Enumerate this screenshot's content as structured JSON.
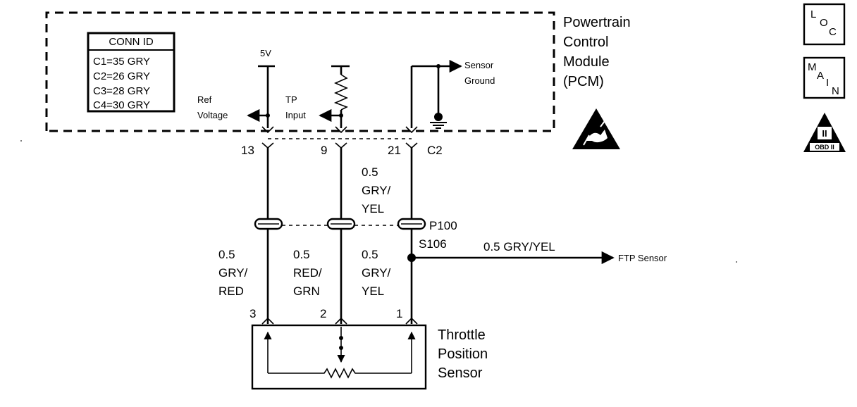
{
  "pcm": {
    "title_lines": [
      "Powertrain",
      "Control",
      "Module",
      "(PCM)"
    ],
    "conn_id": {
      "header": "CONN ID",
      "rows": [
        "C1=35 GRY",
        "C2=26 GRY",
        "C3=28 GRY",
        "C4=30 GRY"
      ]
    },
    "supply_label": "5V",
    "ref_voltage_lines": [
      "Ref",
      "Voltage"
    ],
    "tp_input_lines": [
      "TP",
      "Input"
    ],
    "sensor_ground_lines": [
      "Sensor",
      "Ground"
    ],
    "connector": "C2",
    "pins": [
      "13",
      "9",
      "21"
    ]
  },
  "wires": {
    "upper_right": [
      "0.5",
      "GRY/",
      "YEL"
    ],
    "lower_left": [
      "0.5",
      "GRY/",
      "RED"
    ],
    "lower_mid": [
      "0.5",
      "RED/",
      "GRN"
    ],
    "lower_right": [
      "0.5",
      "GRY/",
      "YEL"
    ],
    "branch": "0.5 GRY/YEL"
  },
  "inline_connector": "P100",
  "splice": "S106",
  "ftp_sensor": "FTP Sensor",
  "sensor": {
    "title_lines": [
      "Throttle",
      "Position",
      "Sensor"
    ],
    "pins": [
      "3",
      "2",
      "1"
    ]
  },
  "icons": {
    "loc": [
      "L",
      "O",
      "C"
    ],
    "main": [
      "M",
      "A",
      "I",
      "N"
    ],
    "obd": [
      "II",
      "OBD II"
    ]
  },
  "icon_names": [
    "loc-icon",
    "main-icon",
    "obd-ii-icon",
    "esd-warning-icon",
    "ground-symbol-icon",
    "resistor-icon"
  ]
}
